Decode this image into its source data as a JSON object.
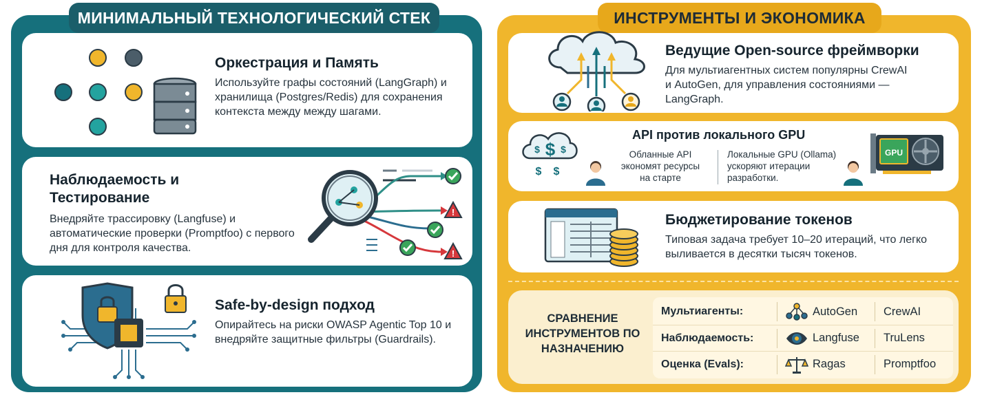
{
  "left": {
    "title": "МИНИМАЛЬНЫЙ ТЕХНОЛОГИЧЕСКИЙ СТЕК",
    "cards": [
      {
        "title": "Оркестрация и Память",
        "text": "Используйте графы состояний (LangGraph) и хранилища (Postgres/Redis) для сохранения контекста между между шагами.",
        "icon": "graph-database-icon"
      },
      {
        "title_line1": "Наблюдаемость и",
        "title_line2": "Тестирование",
        "text": "Внедряйте трассировку (Langfuse) и автоматические проверки (Promptfoo) с первого дня для контроля качества.",
        "icon": "magnifier-trace-icon"
      },
      {
        "title": "Safe-by-design подход",
        "text": "Опирайтесь на риски OWASP Agentic Top 10 и внедряйте защитные фильтры (Guardrails).",
        "icon": "shield-chip-lock-icon"
      }
    ]
  },
  "right": {
    "title": "ИНСТРУМЕНТЫ И ЭКОНОМИКА",
    "framework": {
      "title": "Ведущие Open-source фреймворки",
      "text": "Для мультиагентных систем популярны CrewAI и AutoGen, для управления состояниями — LangGraph.",
      "icon": "cloud-agents-icon"
    },
    "api": {
      "title": "API против локального GPU",
      "left_text": "Обланные API экономят ресурсы на старте",
      "right_text": "Локальные GPU (Ollama) ускоряют итерации разработки.",
      "gpu_label": "GPU"
    },
    "budget": {
      "title": "Бюджетирование токенов",
      "text": "Типовая задача требует 10–20 итераций, что легко выливается в десятки тысяч токенов.",
      "icon": "dashboard-coins-icon"
    },
    "compare": {
      "label": "СРАВНЕНИЕ ИНСТРУМЕНТОВ ПО НАЗНАЧЕНИЮ",
      "rows": [
        {
          "category": "Мультиагенты:",
          "tool1": "AutoGen",
          "tool2": "CrewAI",
          "icon": "agents-network-icon"
        },
        {
          "category": "Наблюдаемость:",
          "tool1": "Langfuse",
          "tool2": "TruLens",
          "icon": "eye-icon"
        },
        {
          "category": "Оценка (Evals):",
          "tool1": "Ragas",
          "tool2": "Promptfoo",
          "icon": "scales-icon"
        }
      ]
    }
  },
  "colors": {
    "teal": "#16707c",
    "teal_dark": "#1b5e6a",
    "gold": "#f0b62c",
    "gold_dark": "#e7a81b",
    "green_check": "#3aa55b",
    "red_warning": "#d6383c"
  }
}
